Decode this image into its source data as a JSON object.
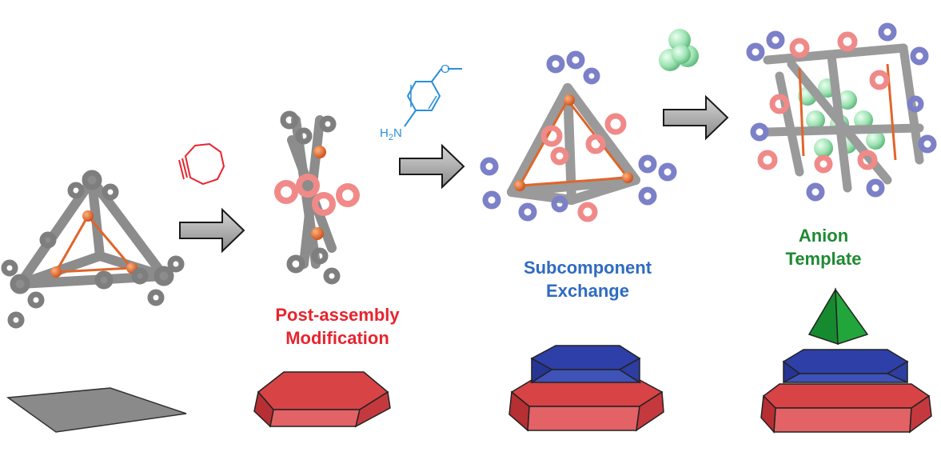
{
  "steps": {
    "postassembly": {
      "line1": "Post-assembly",
      "line2": "Modification",
      "color": "#e8242e"
    },
    "subcomponent": {
      "line1": "Subcomponent",
      "line2": "Exchange",
      "color": "#2f6bc2"
    },
    "anion": {
      "line1": "Anion",
      "line2": "Template",
      "color": "#1f8a32"
    }
  },
  "reagent_aniline": {
    "amine": "H",
    "amine_sub": "2",
    "amine_n": "N",
    "methoxy": "O"
  },
  "colors": {
    "gray": "#8a8a8a",
    "red": "#e8545c",
    "blue": "#3f52b8",
    "green": "#22963a",
    "orange": "#e0652a",
    "pink": "#f08a88",
    "lavender": "#7b80c8",
    "mint": "#9fe3b4"
  }
}
